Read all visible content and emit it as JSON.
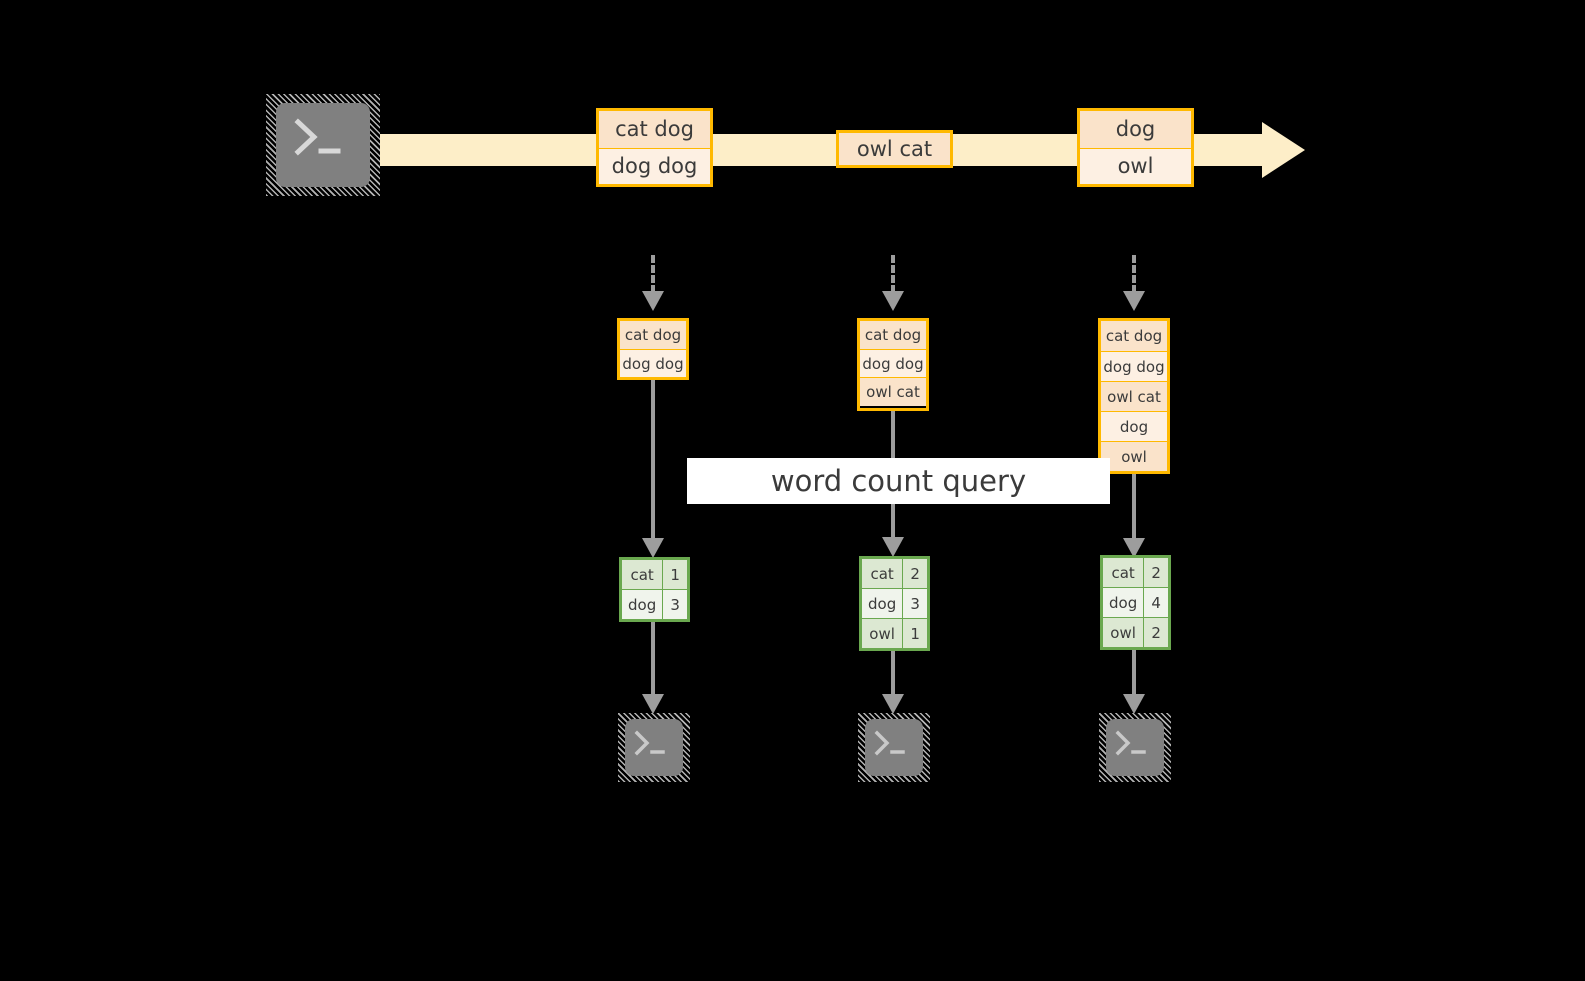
{
  "diagram": {
    "background_color": "#000000",
    "accent_orange": "#ffb900",
    "accent_green": "#6aa84f",
    "timeline_fill": "#fdeec8",
    "connector_gray": "#9d9d9d",
    "banner": {
      "label": "word count query",
      "background": "#ffffff"
    },
    "producer": {
      "icon": "terminal-icon",
      "label": ""
    },
    "timeline": {
      "icon": "arrow-right-icon",
      "batches": [
        {
          "name": "batch-1",
          "rows": [
            "cat dog",
            "dog dog"
          ]
        },
        {
          "name": "batch-2",
          "rows": [
            "owl cat"
          ]
        },
        {
          "name": "batch-3",
          "rows": [
            "dog",
            "owl"
          ]
        }
      ]
    },
    "columns": [
      {
        "name": "column-1",
        "input_table": {
          "rows": [
            "cat dog",
            "dog dog"
          ]
        },
        "result_table": {
          "rows": [
            {
              "word": "cat",
              "count": "1"
            },
            {
              "word": "dog",
              "count": "3"
            }
          ]
        },
        "consumer": {
          "icon": "terminal-icon"
        }
      },
      {
        "name": "column-2",
        "input_table": {
          "rows": [
            "cat dog",
            "dog dog",
            "owl cat"
          ]
        },
        "result_table": {
          "rows": [
            {
              "word": "cat",
              "count": "2"
            },
            {
              "word": "dog",
              "count": "3"
            },
            {
              "word": "owl",
              "count": "1"
            }
          ]
        },
        "consumer": {
          "icon": "terminal-icon"
        }
      },
      {
        "name": "column-3",
        "input_table": {
          "rows": [
            "cat dog",
            "dog dog",
            "owl cat",
            "dog",
            "owl"
          ]
        },
        "result_table": {
          "rows": [
            {
              "word": "cat",
              "count": "2"
            },
            {
              "word": "dog",
              "count": "4"
            },
            {
              "word": "owl",
              "count": "2"
            }
          ]
        },
        "consumer": {
          "icon": "terminal-icon"
        }
      }
    ]
  }
}
